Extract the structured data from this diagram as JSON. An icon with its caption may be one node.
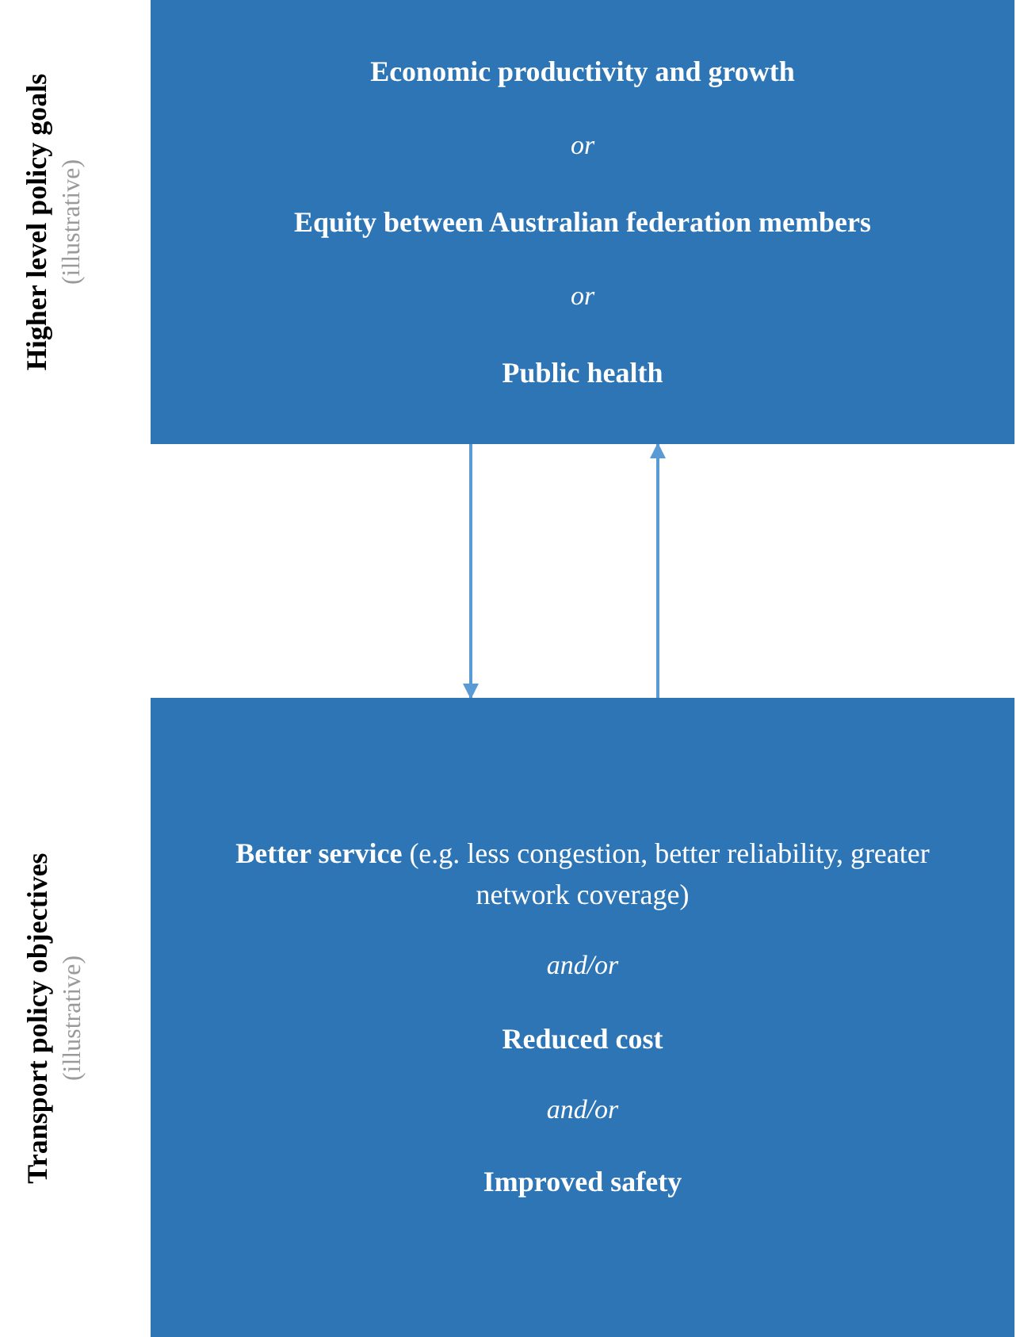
{
  "diagram": {
    "nodes": [
      {
        "text": [
          "Economic productivity and growth",
          "or",
          "Equity between Australian federation members",
          "or",
          "Public health"
        ],
        "beside": [
          "Higher level policy goals",
          "(illustrative)"
        ]
      },
      {
        "text": [
          "**Better service** (e.g. less congestion, better reliability, greater network coverage)",
          "and/or",
          "Reduced cost",
          "and/or",
          "Improved safety"
        ],
        "beside": [
          "Transport policy objectives",
          "(illustrative)"
        ]
      }
    ],
    "edges": [
      {
        "from": 0,
        "to": 1,
        "arrow": "to"
      },
      {
        "from": 1,
        "to": 0,
        "arrow": "to"
      }
    ]
  }
}
